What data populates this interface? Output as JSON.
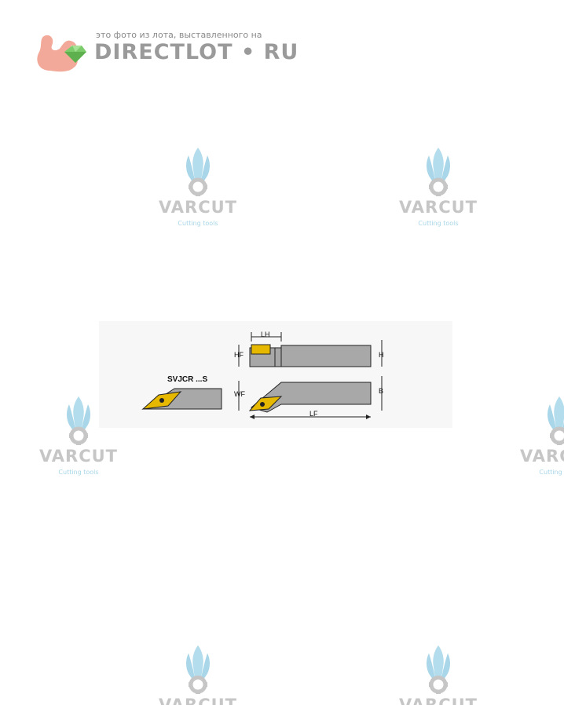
{
  "logo": {
    "caption": "это фото из лота, выставленного на",
    "word_left": "DIRECTLOT",
    "word_dot": "•",
    "word_right": "RU",
    "icon": "squirrel-gem-icon"
  },
  "watermark": {
    "name": "VARCUT",
    "subtitle": "Cutting tools",
    "icon": "varcut-flame-gear-icon",
    "color_icon": "#a9d6e8",
    "color_text": "#c6c6c6"
  },
  "drawing": {
    "code": "SVJCR ...S",
    "labels": {
      "lh": "LH",
      "hf": "HF",
      "h": "H",
      "wf": "WF",
      "b": "B",
      "lf": "LF"
    },
    "colors": {
      "insert": "#e6b800",
      "body": "#a8a8a8",
      "outline": "#222222"
    }
  }
}
